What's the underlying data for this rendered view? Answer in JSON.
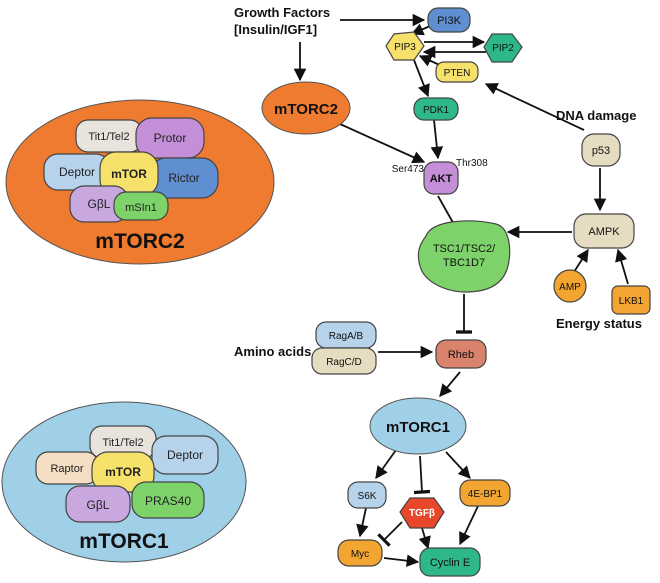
{
  "diagram": {
    "inputs": {
      "growth_factors_line1": "Growth Factors",
      "growth_factors_line2": "[Insulin/IGF1]",
      "dna_damage": "DNA damage",
      "amino_acids": "Amino acids",
      "energy_status": "Energy status"
    },
    "nodes": {
      "pi3k": "PI3K",
      "pip3": "PIP3",
      "pip2": "PIP2",
      "pten": "PTEN",
      "pdk1": "PDK1",
      "mtorc2": "mTORC2",
      "akt": "AKT",
      "ser473": "Ser473",
      "thr308": "Thr308",
      "p53": "p53",
      "ampk": "AMPK",
      "amp": "AMP",
      "lkb1": "LKB1",
      "tsc_line1": "TSC1/TSC2/",
      "tsc_line2": "TBC1D7",
      "raga_b": "RagA/B",
      "ragc_d": "RagC/D",
      "rheb": "Rheb",
      "mtorc1": "mTORC1",
      "s6k": "S6K",
      "tgfb": "TGFβ",
      "ebp1": "4E-BP1",
      "myc": "Myc",
      "cyclin_e": "Cyclin E"
    },
    "complex_mtorc2": {
      "title": "mTORC2",
      "components": {
        "tit": "Tit1/Tel2",
        "protor": "Protor",
        "deptor": "Deptor",
        "mtor": "mTOR",
        "rictor": "Rictor",
        "gbl": "GβL",
        "msin1": "mSIn1"
      }
    },
    "complex_mtorc1": {
      "title": "mTORC1",
      "components": {
        "tit": "Tit1/Tel2",
        "raptor": "Raptor",
        "mtor": "mTOR",
        "deptor": "Deptor",
        "gbl": "GβL",
        "pras40": "PRAS40"
      }
    },
    "colors": {
      "orange": "#ee7b2f",
      "light_blue": "#9fd0e8",
      "green": "#7dd36a",
      "teal": "#2eb88a",
      "blue_node": "#5f8fd1",
      "purple": "#c58fd8",
      "yellow": "#f6e26a",
      "red": "#e8472a",
      "beige": "#e6dcc1",
      "rheb": "#d9826c"
    }
  }
}
